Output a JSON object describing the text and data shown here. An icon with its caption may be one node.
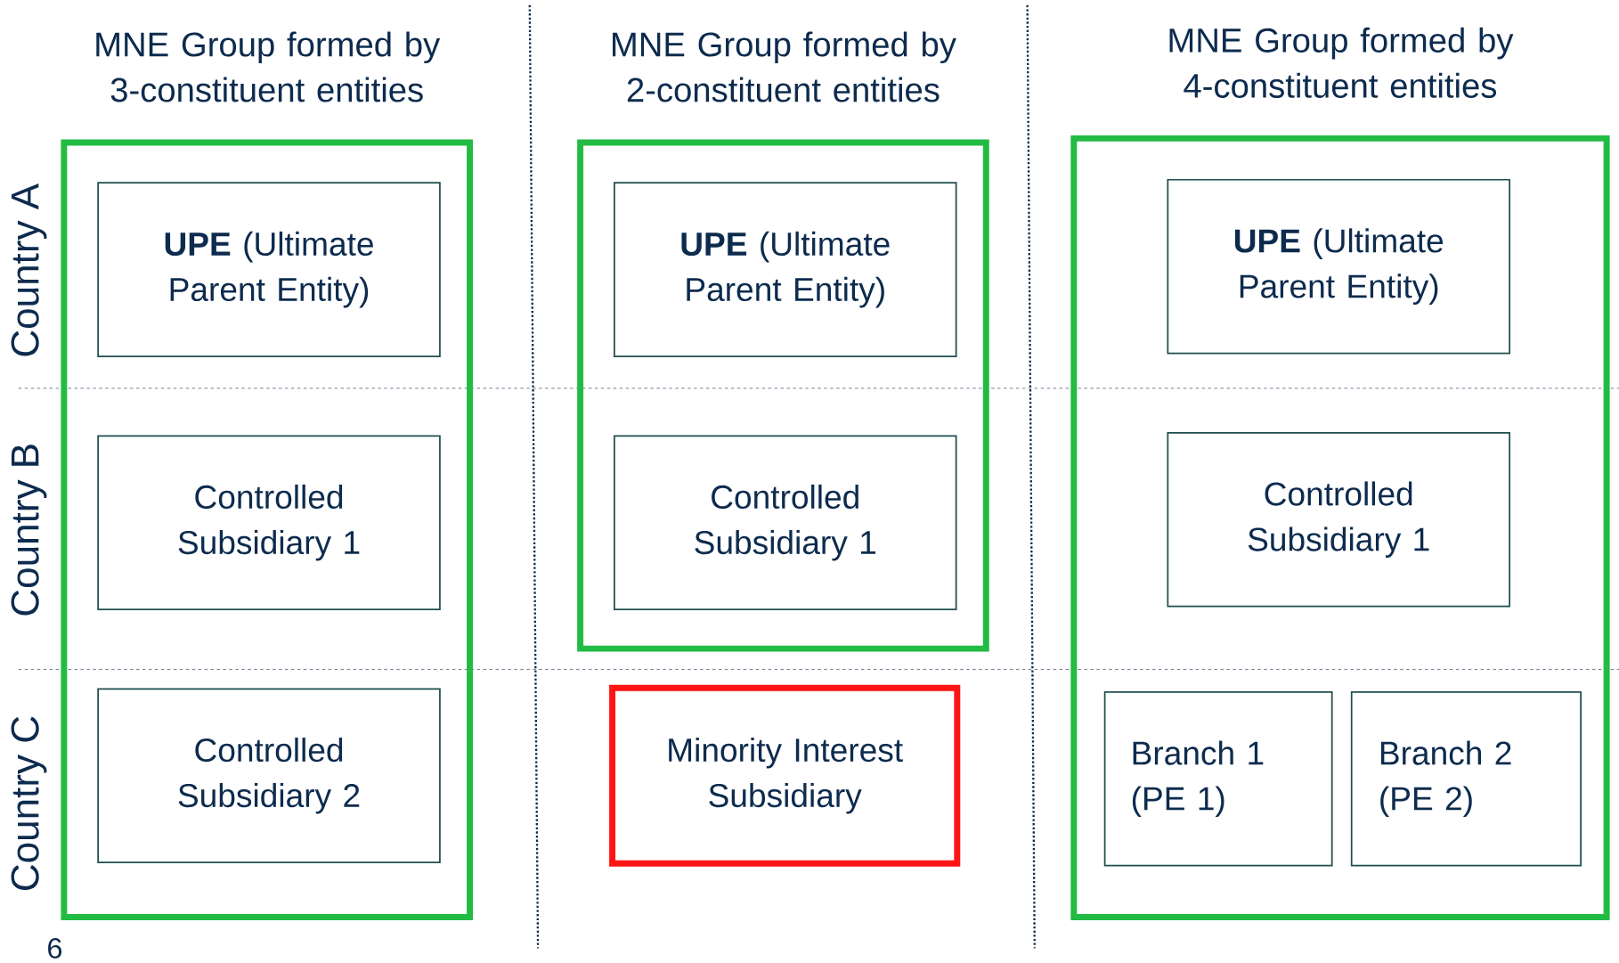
{
  "diagram": {
    "nodes": [
      {
        "text": [
          "MNE Group formed by 3-constituent entities"
        ]
      },
      {
        "text": [
          "**UPE** (Ultimate Parent Entity)"
        ],
        "in": 0
      },
      {
        "text": [
          "Controlled Subsidiary 1"
        ],
        "in": 0
      },
      {
        "text": [
          "Controlled Subsidiary 2"
        ],
        "in": 0
      },
      {
        "text": [
          "MNE Group formed by 2-constituent entities"
        ]
      },
      {
        "text": [
          "**UPE** (Ultimate Parent Entity)"
        ],
        "in": 4
      },
      {
        "text": [
          "Controlled Subsidiary 1"
        ],
        "in": 4
      },
      {
        "text": [
          "Minority Interest Subsidiary"
        ]
      },
      {
        "text": [
          "MNE Group formed by 4-constituent entities"
        ]
      },
      {
        "text": [
          "**UPE** (Ultimate Parent Entity)"
        ],
        "in": 8
      },
      {
        "text": [
          "Controlled Subsidiary 1"
        ],
        "in": 8
      },
      {
        "text": [
          "Branch 1 (PE 1)"
        ],
        "in": 8
      },
      {
        "text": [
          "Branch 2 (PE 2)"
        ],
        "in": 8
      }
    ],
    "labels": [
      "Country A",
      "Country B",
      "Country C",
      "6"
    ]
  }
}
